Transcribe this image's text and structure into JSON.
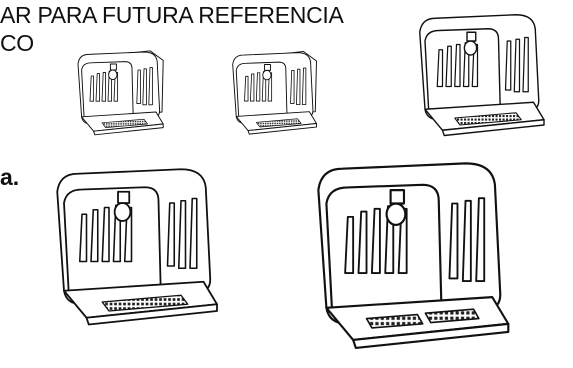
{
  "document": {
    "heading_line1": "AR PARA FUTURA REFERENCIA",
    "heading_line2": "CO",
    "fragment": "a."
  },
  "figures": [
    {
      "name": "fixture-small-1",
      "description_icon": "wall-pack-light-fixture"
    },
    {
      "name": "fixture-small-2",
      "description_icon": "wall-pack-light-fixture"
    },
    {
      "name": "fixture-medium",
      "description_icon": "wall-pack-light-fixture"
    },
    {
      "name": "fixture-large-1",
      "description_icon": "wall-pack-light-fixture"
    },
    {
      "name": "fixture-large-2",
      "description_icon": "wall-pack-light-fixture"
    }
  ]
}
